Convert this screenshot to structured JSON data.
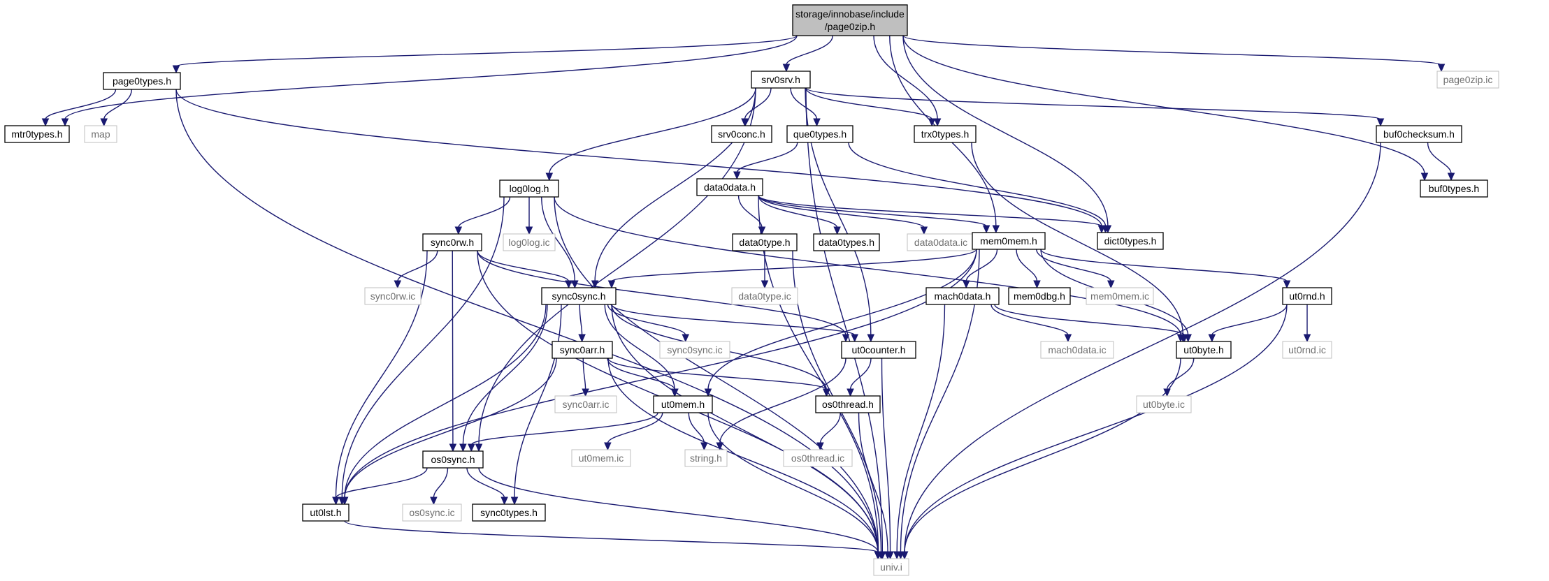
{
  "title_line1": "storage/innobase/include",
  "title_line2": "/page0zip.h",
  "nodes": {
    "root": {
      "label": "",
      "kind": "root"
    },
    "page0types": {
      "label": "page0types.h",
      "kind": "file"
    },
    "srv0srv": {
      "label": "srv0srv.h",
      "kind": "file"
    },
    "page0zip_ic": {
      "label": "page0zip.ic",
      "kind": "missing"
    },
    "mtr0types": {
      "label": "mtr0types.h",
      "kind": "file"
    },
    "map": {
      "label": "map",
      "kind": "missing"
    },
    "srv0conc": {
      "label": "srv0conc.h",
      "kind": "file"
    },
    "que0types": {
      "label": "que0types.h",
      "kind": "file"
    },
    "trx0types": {
      "label": "trx0types.h",
      "kind": "file"
    },
    "buf0checksum": {
      "label": "buf0checksum.h",
      "kind": "file"
    },
    "buf0types": {
      "label": "buf0types.h",
      "kind": "file"
    },
    "log0log": {
      "label": "log0log.h",
      "kind": "file"
    },
    "data0data": {
      "label": "data0data.h",
      "kind": "file"
    },
    "dict0types": {
      "label": "dict0types.h",
      "kind": "file"
    },
    "sync0rw": {
      "label": "sync0rw.h",
      "kind": "file"
    },
    "log0log_ic": {
      "label": "log0log.ic",
      "kind": "missing"
    },
    "data0type": {
      "label": "data0type.h",
      "kind": "file"
    },
    "data0types": {
      "label": "data0types.h",
      "kind": "file"
    },
    "data0data_ic": {
      "label": "data0data.ic",
      "kind": "missing"
    },
    "mem0mem": {
      "label": "mem0mem.h",
      "kind": "file"
    },
    "sync0rw_ic": {
      "label": "sync0rw.ic",
      "kind": "missing"
    },
    "sync0sync": {
      "label": "sync0sync.h",
      "kind": "file"
    },
    "data0type_ic": {
      "label": "data0type.ic",
      "kind": "missing"
    },
    "mach0data": {
      "label": "mach0data.h",
      "kind": "file"
    },
    "mem0dbg": {
      "label": "mem0dbg.h",
      "kind": "file"
    },
    "mem0mem_ic": {
      "label": "mem0mem.ic",
      "kind": "missing"
    },
    "ut0rnd": {
      "label": "ut0rnd.h",
      "kind": "file"
    },
    "sync0arr": {
      "label": "sync0arr.h",
      "kind": "file"
    },
    "sync0sync_ic": {
      "label": "sync0sync.ic",
      "kind": "missing"
    },
    "ut0counter": {
      "label": "ut0counter.h",
      "kind": "file"
    },
    "mach0data_ic": {
      "label": "mach0data.ic",
      "kind": "missing"
    },
    "ut0byte": {
      "label": "ut0byte.h",
      "kind": "file"
    },
    "ut0rnd_ic": {
      "label": "ut0rnd.ic",
      "kind": "missing"
    },
    "sync0arr_ic": {
      "label": "sync0arr.ic",
      "kind": "missing"
    },
    "ut0mem": {
      "label": "ut0mem.h",
      "kind": "file"
    },
    "os0thread": {
      "label": "os0thread.h",
      "kind": "file"
    },
    "ut0byte_ic": {
      "label": "ut0byte.ic",
      "kind": "missing"
    },
    "ut0mem_ic": {
      "label": "ut0mem.ic",
      "kind": "missing"
    },
    "string": {
      "label": "string.h",
      "kind": "missing"
    },
    "os0sync": {
      "label": "os0sync.h",
      "kind": "file"
    },
    "os0thread_ic": {
      "label": "os0thread.ic",
      "kind": "missing"
    },
    "os0sync_ic": {
      "label": "os0sync.ic",
      "kind": "missing"
    },
    "sync0types": {
      "label": "sync0types.h",
      "kind": "file"
    },
    "ut0lst": {
      "label": "ut0lst.h",
      "kind": "file"
    },
    "univ": {
      "label": "univ.i",
      "kind": "missing"
    }
  },
  "edges": [
    [
      "root",
      "page0types"
    ],
    [
      "root",
      "srv0srv"
    ],
    [
      "root",
      "page0zip_ic"
    ],
    [
      "root",
      "mtr0types"
    ],
    [
      "root",
      "trx0types"
    ],
    [
      "root",
      "dict0types"
    ],
    [
      "root",
      "buf0types"
    ],
    [
      "root",
      "mem0mem"
    ],
    [
      "page0types",
      "mtr0types"
    ],
    [
      "page0types",
      "map"
    ],
    [
      "page0types",
      "dict0types"
    ],
    [
      "page0types",
      "univ"
    ],
    [
      "srv0srv",
      "log0log"
    ],
    [
      "srv0srv",
      "srv0conc"
    ],
    [
      "srv0srv",
      "que0types"
    ],
    [
      "srv0srv",
      "trx0types"
    ],
    [
      "srv0srv",
      "buf0checksum"
    ],
    [
      "srv0srv",
      "sync0sync"
    ],
    [
      "srv0srv",
      "os0sync"
    ],
    [
      "srv0srv",
      "ut0counter"
    ],
    [
      "srv0srv",
      "univ"
    ],
    [
      "que0types",
      "data0data"
    ],
    [
      "que0types",
      "dict0types"
    ],
    [
      "trx0types",
      "ut0byte"
    ],
    [
      "buf0checksum",
      "buf0types"
    ],
    [
      "buf0checksum",
      "univ"
    ],
    [
      "log0log",
      "sync0rw"
    ],
    [
      "log0log",
      "log0log_ic"
    ],
    [
      "log0log",
      "sync0sync"
    ],
    [
      "log0log",
      "ut0lst"
    ],
    [
      "log0log",
      "univ"
    ],
    [
      "log0log",
      "ut0byte"
    ],
    [
      "data0data",
      "data0type"
    ],
    [
      "data0data",
      "data0types"
    ],
    [
      "data0data",
      "data0data_ic"
    ],
    [
      "data0data",
      "mem0mem"
    ],
    [
      "data0data",
      "dict0types"
    ],
    [
      "data0data",
      "univ"
    ],
    [
      "data0type",
      "data0type_ic"
    ],
    [
      "data0type",
      "univ"
    ],
    [
      "sync0rw",
      "sync0rw_ic"
    ],
    [
      "sync0rw",
      "sync0sync"
    ],
    [
      "sync0rw",
      "os0sync"
    ],
    [
      "sync0rw",
      "ut0lst"
    ],
    [
      "sync0rw",
      "ut0counter"
    ],
    [
      "sync0rw",
      "univ"
    ],
    [
      "mem0mem",
      "sync0sync"
    ],
    [
      "mem0mem",
      "ut0lst"
    ],
    [
      "mem0mem",
      "mach0data"
    ],
    [
      "mem0mem",
      "mem0dbg"
    ],
    [
      "mem0mem",
      "mem0mem_ic"
    ],
    [
      "mem0mem",
      "ut0rnd"
    ],
    [
      "mem0mem",
      "ut0byte"
    ],
    [
      "mem0mem",
      "ut0mem"
    ],
    [
      "mem0mem",
      "univ"
    ],
    [
      "sync0sync",
      "sync0arr"
    ],
    [
      "sync0sync",
      "sync0sync_ic"
    ],
    [
      "sync0sync",
      "ut0counter"
    ],
    [
      "sync0sync",
      "ut0mem"
    ],
    [
      "sync0sync",
      "os0thread"
    ],
    [
      "sync0sync",
      "os0sync"
    ],
    [
      "sync0sync",
      "ut0lst"
    ],
    [
      "sync0sync",
      "sync0types"
    ],
    [
      "sync0sync",
      "univ"
    ],
    [
      "mach0data",
      "mach0data_ic"
    ],
    [
      "mach0data",
      "ut0byte"
    ],
    [
      "mach0data",
      "univ"
    ],
    [
      "ut0rnd",
      "ut0byte"
    ],
    [
      "ut0rnd",
      "ut0rnd_ic"
    ],
    [
      "ut0rnd",
      "univ"
    ],
    [
      "sync0arr",
      "sync0arr_ic"
    ],
    [
      "sync0arr",
      "ut0mem"
    ],
    [
      "sync0arr",
      "os0thread"
    ],
    [
      "sync0arr",
      "ut0lst"
    ],
    [
      "sync0arr",
      "univ"
    ],
    [
      "ut0counter",
      "os0thread"
    ],
    [
      "ut0counter",
      "string"
    ],
    [
      "ut0counter",
      "univ"
    ],
    [
      "ut0byte",
      "ut0byte_ic"
    ],
    [
      "ut0byte",
      "univ"
    ],
    [
      "ut0mem",
      "os0sync"
    ],
    [
      "ut0mem",
      "ut0mem_ic"
    ],
    [
      "ut0mem",
      "string"
    ],
    [
      "ut0mem",
      "univ"
    ],
    [
      "os0thread",
      "os0thread_ic"
    ],
    [
      "os0thread",
      "univ"
    ],
    [
      "os0sync",
      "os0sync_ic"
    ],
    [
      "os0sync",
      "sync0types"
    ],
    [
      "os0sync",
      "ut0lst"
    ],
    [
      "os0sync",
      "univ"
    ],
    [
      "ut0lst",
      "univ"
    ]
  ]
}
